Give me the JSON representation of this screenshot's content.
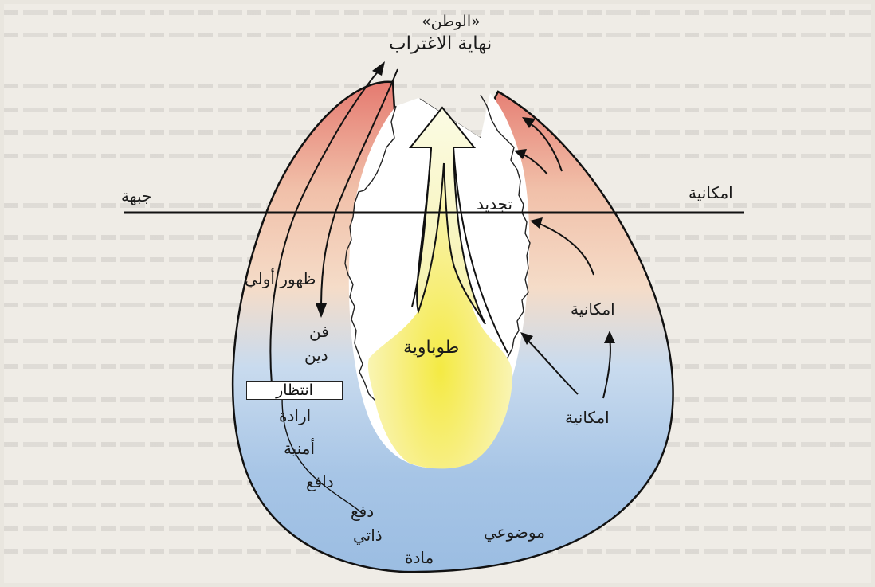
{
  "diagram": {
    "top_label_line1": "«الوطن»",
    "top_label_line2": "نهاية الاغتراب",
    "left_axis_label": "جبهة",
    "right_axis_label": "امكانية",
    "renewal_label": "تجديد",
    "first_appearance_label": "ظهور أولي",
    "art_label": "فن",
    "religion_label": "دين",
    "utopia_label": "طوباوية",
    "waiting_label": "انتظار",
    "will_label": "ارادة",
    "wish_label": "أمنية",
    "motive_label": "دافع",
    "push_label": "دفع",
    "subjective_label": "ذاتي",
    "objective_label": "موضوعي",
    "matter_label": "مادة",
    "possibility_label_upper": "امكانية",
    "possibility_label_lower": "امكانية"
  },
  "colors": {
    "warm_top": "#e8867a",
    "cool_bottom": "#a9c8e8",
    "utopia_core": "#f6ef60",
    "utopia_fade": "#fbfbe6",
    "line": "#111111"
  }
}
